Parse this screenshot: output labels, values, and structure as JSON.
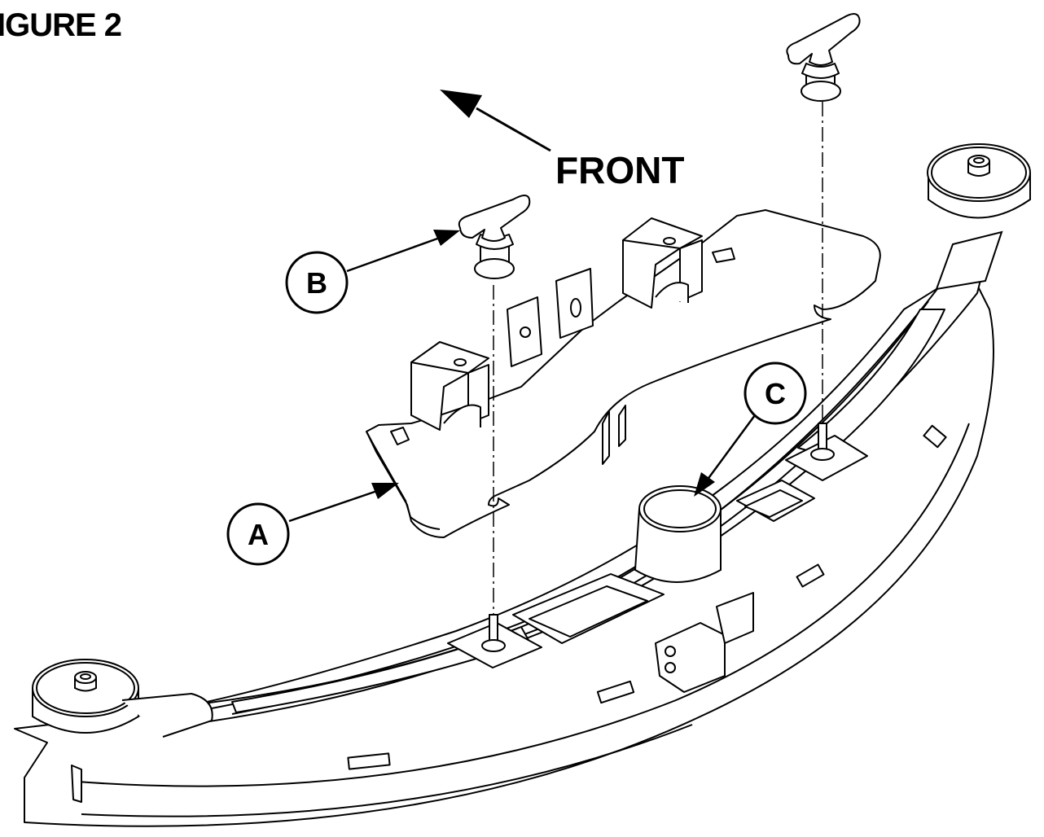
{
  "figure": {
    "title": "IGURE 2",
    "direction_label": "FRONT"
  },
  "callouts": [
    {
      "id": "A",
      "letter": "A"
    },
    {
      "id": "B",
      "letter": "B"
    },
    {
      "id": "C",
      "letter": "C"
    }
  ],
  "icons": {
    "direction_arrow": "arrow-icon",
    "knob": "t-knob-icon"
  }
}
